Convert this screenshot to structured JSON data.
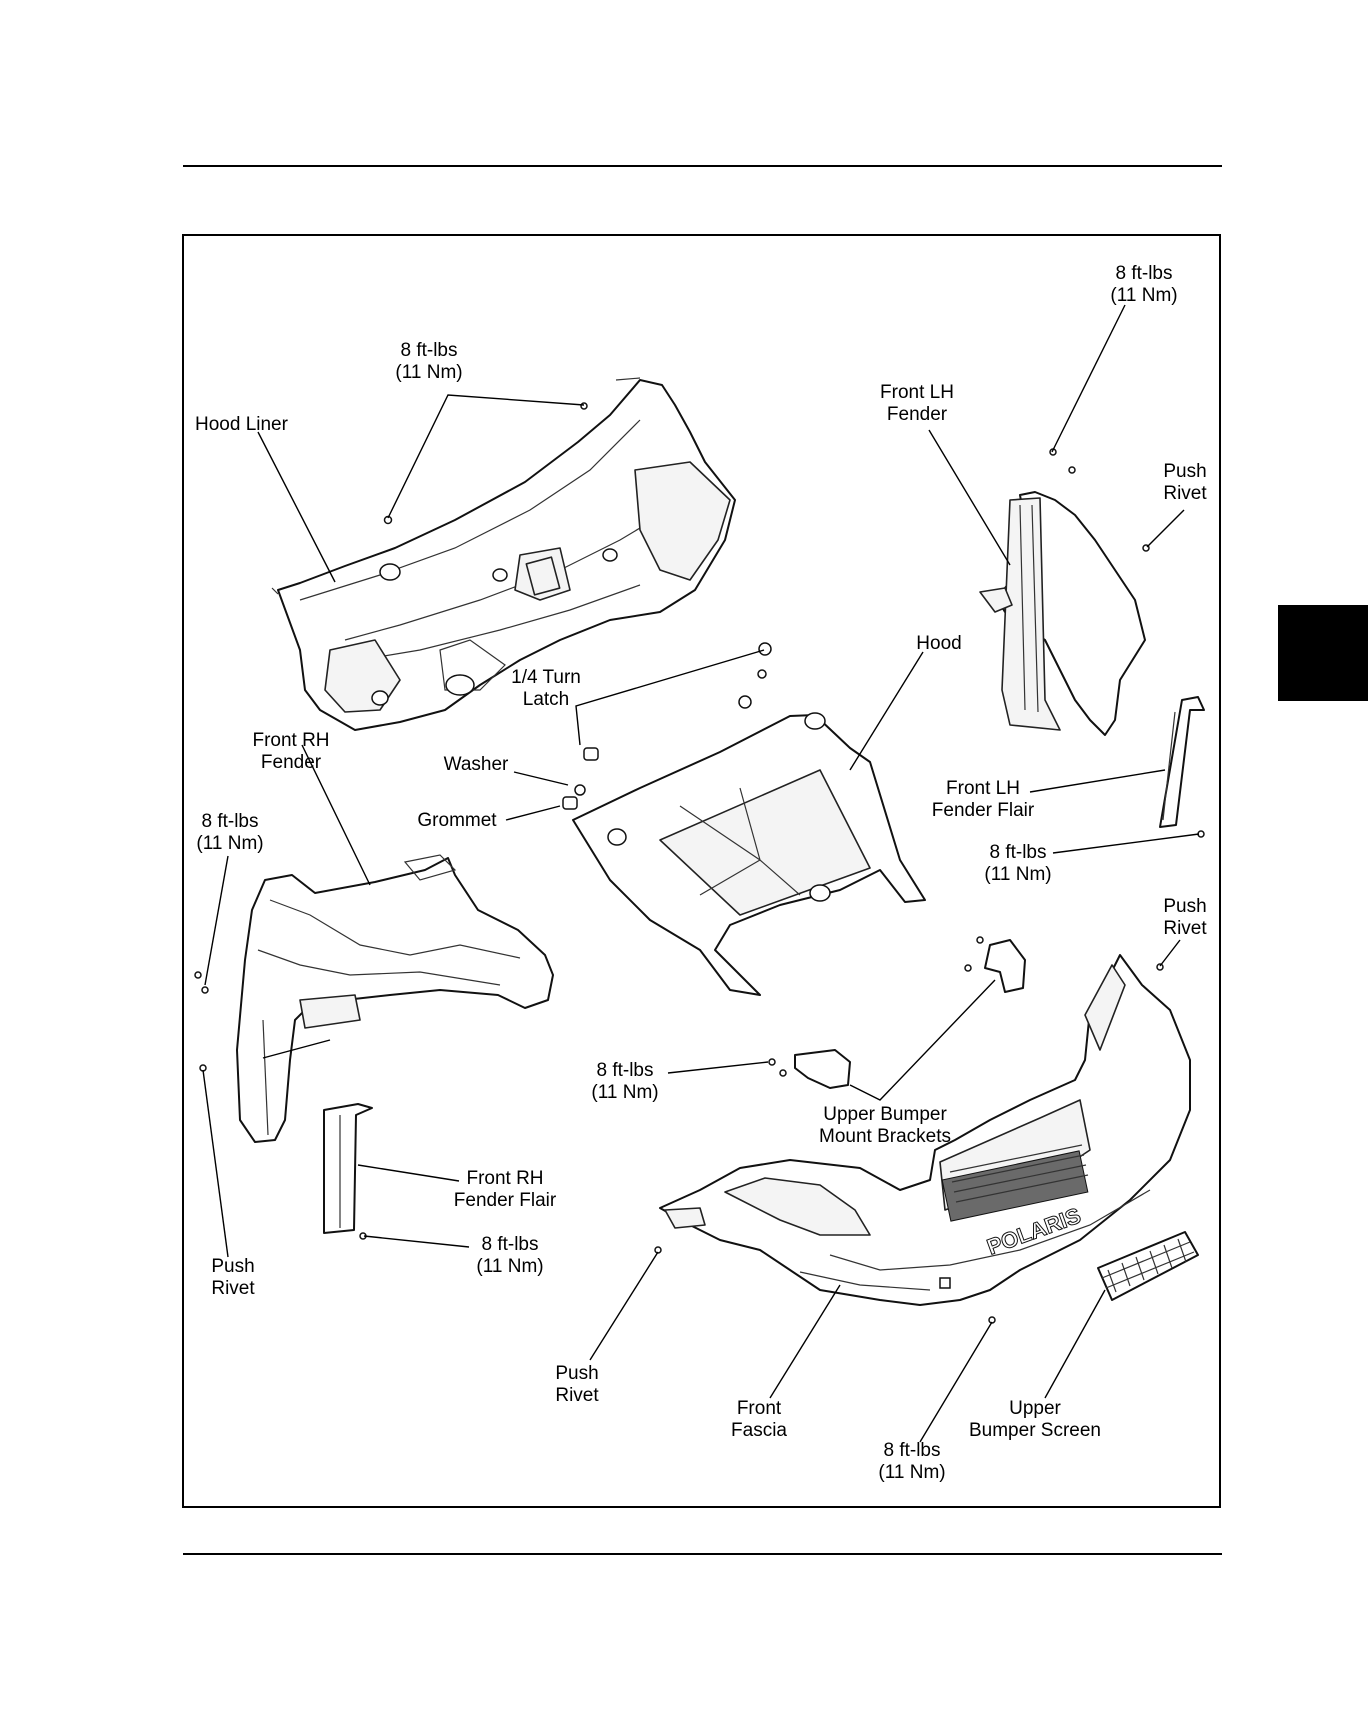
{
  "callouts": {
    "torque_hood_liner": [
      "8 ft-lbs",
      "(11 Nm)"
    ],
    "hood_liner": [
      "Hood Liner"
    ],
    "torque_top_right": [
      "8 ft-lbs",
      "(11 Nm)"
    ],
    "front_lh_fender": [
      "Front LH",
      "Fender"
    ],
    "push_rivet_top_right": [
      "Push",
      "Rivet"
    ],
    "hood": [
      "Hood"
    ],
    "quarter_turn_latch": [
      "1/4 Turn",
      "Latch"
    ],
    "front_rh_fender": [
      "Front RH",
      "Fender"
    ],
    "washer": [
      "Washer"
    ],
    "grommet": [
      "Grommet"
    ],
    "torque_rh_fender": [
      "8 ft-lbs",
      "(11 Nm)"
    ],
    "front_lh_fender_flair": [
      "Front LH",
      "Fender Flair"
    ],
    "torque_lh_flair": [
      "8 ft-lbs",
      "(11 Nm)"
    ],
    "push_rivet_bumper_right": [
      "Push",
      "Rivet"
    ],
    "torque_brackets": [
      "8 ft-lbs",
      "(11 Nm)"
    ],
    "upper_bumper_mount_brackets": [
      "Upper Bumper",
      "Mount Brackets"
    ],
    "front_rh_fender_flair": [
      "Front RH",
      "Fender Flair"
    ],
    "torque_rh_flair": [
      "8 ft-lbs",
      "(11 Nm)"
    ],
    "push_rivet_lower_left": [
      "Push",
      "Rivet"
    ],
    "push_rivet_fascia": [
      "Push",
      "Rivet"
    ],
    "front_fascia": [
      "Front",
      "Fascia"
    ],
    "torque_fascia": [
      "8 ft-lbs",
      "(11 Nm)"
    ],
    "upper_bumper_screen": [
      "Upper",
      "Bumper Screen"
    ]
  },
  "fascia_logo_text": "POLARIS"
}
